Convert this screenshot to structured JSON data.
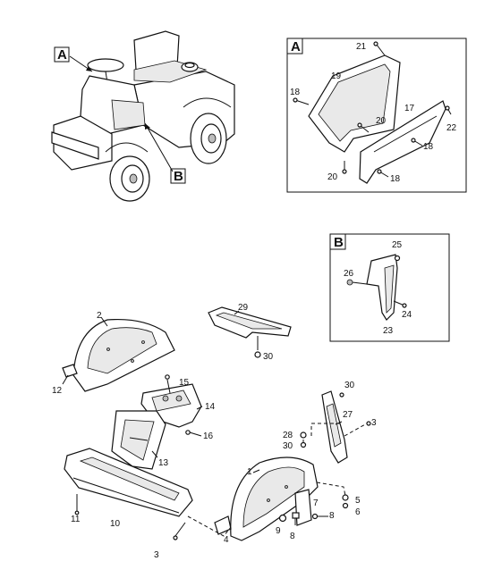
{
  "callouts": {
    "a": "A",
    "b": "B"
  },
  "part_numbers": {
    "p1": "1",
    "p2": "2",
    "p3a": "3",
    "p3b": "3",
    "p4": "4",
    "p5": "5",
    "p6": "6",
    "p7": "7",
    "p8a": "8",
    "p8b": "8",
    "p9": "9",
    "p10": "10",
    "p11": "11",
    "p12": "12",
    "p13": "13",
    "p14": "14",
    "p15": "15",
    "p16": "16",
    "p17": "17",
    "p18a": "18",
    "p18b": "18",
    "p18c": "18",
    "p19": "19",
    "p20a": "20",
    "p20b": "20",
    "p21": "21",
    "p22": "22",
    "p23": "23",
    "p24": "24",
    "p25": "25",
    "p26": "26",
    "p27": "27",
    "p28": "28",
    "p29": "29",
    "p30a": "30",
    "p30b": "30",
    "p30c": "30"
  },
  "colors": {
    "line": "#111111",
    "background": "#ffffff",
    "shade": "#e9e9e9",
    "dark": "#bdbdbd"
  }
}
